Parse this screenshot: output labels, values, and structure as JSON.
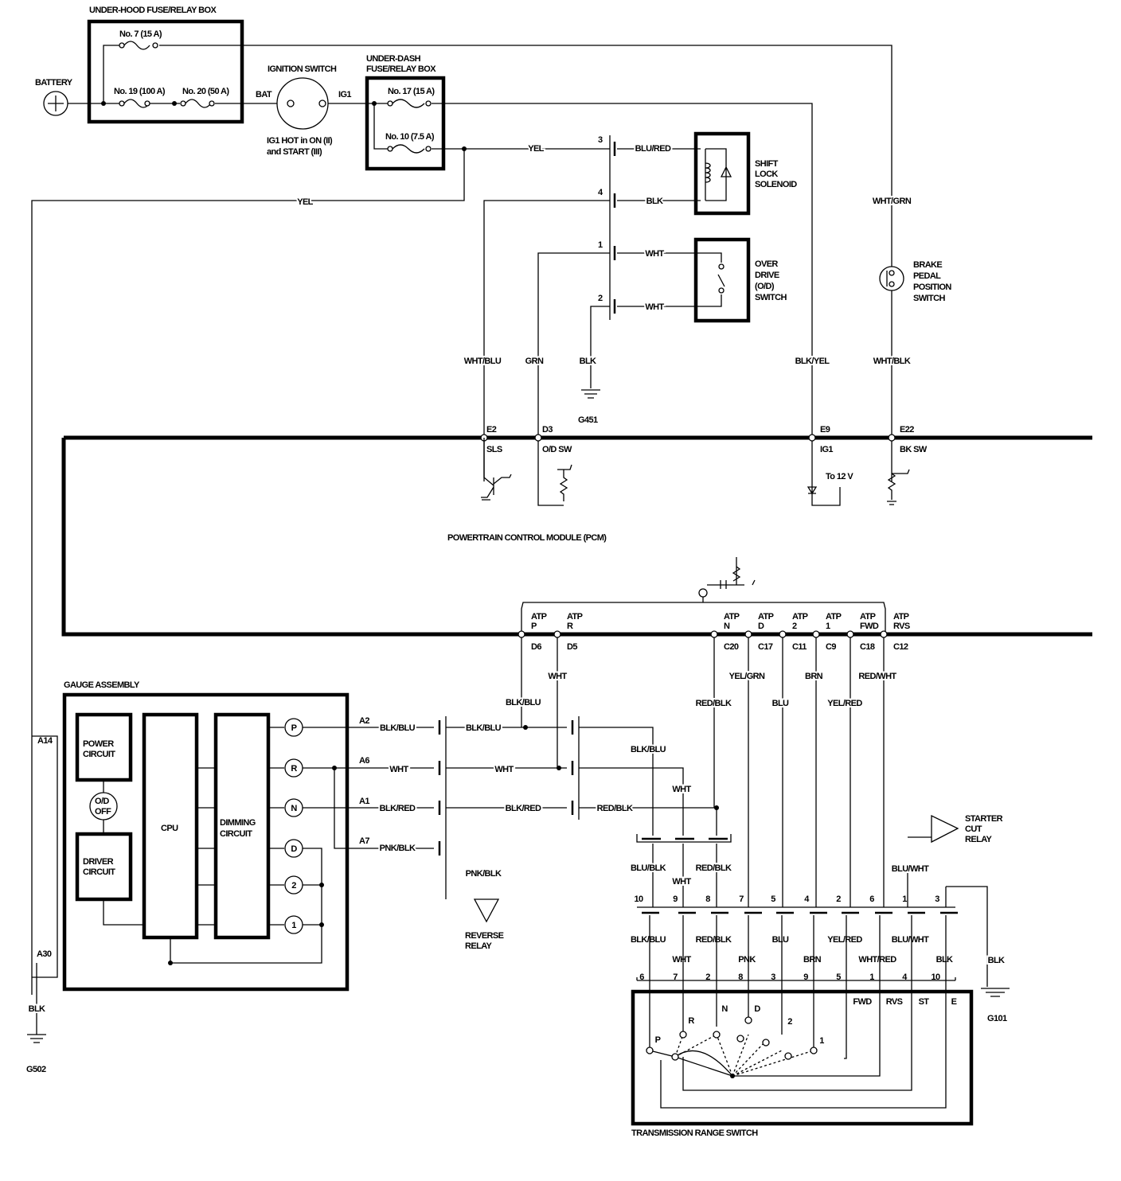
{
  "components": {
    "under_hood_box": "UNDER-HOOD FUSE/RELAY BOX",
    "battery": "BATTERY",
    "ignition_switch": "IGNITION SWITCH",
    "ign_bat": "BAT",
    "ign_ig1": "IG1",
    "ign_note_1": "IG1 HOT in ON (II)",
    "ign_note_2": "and START (III)",
    "under_dash_box_1": "UNDER-DASH",
    "under_dash_box_2": "FUSE/RELAY BOX",
    "shift_lock": [
      "SHIFT",
      "LOCK",
      "SOLENOID"
    ],
    "overdrive": [
      "OVER",
      "DRIVE",
      "(O/D)",
      "SWITCH"
    ],
    "brake": [
      "BRAKE",
      "PEDAL",
      "POSITION",
      "SWITCH"
    ],
    "pcm": "POWERTRAIN CONTROL MODULE (PCM)",
    "to_12v": "To 12 V",
    "gauge_assembly": "GAUGE ASSEMBLY",
    "power_circuit": [
      "POWER",
      "CIRCUIT"
    ],
    "od_off": [
      "O/D",
      "OFF"
    ],
    "driver_circuit": [
      "DRIVER",
      "CIRCUIT"
    ],
    "cpu": "CPU",
    "dimming": [
      "DIMMING",
      "CIRCUIT"
    ],
    "reverse_relay": [
      "REVERSE",
      "RELAY"
    ],
    "starter_cut_relay": [
      "STARTER",
      "CUT",
      "RELAY"
    ],
    "trans_range_switch": "TRANSMISSION RANGE SWITCH"
  },
  "fuses": [
    "No. 7 (15 A)",
    "No. 19 (100 A)",
    "No. 20 (50 A)",
    "No. 17 (15 A)",
    "No. 10 (7.5 A)"
  ],
  "wires": [
    "YEL",
    "YEL",
    "BLU/RED",
    "BLK",
    "WHT",
    "WHT",
    "WHT/GRN",
    "WHT/BLU",
    "GRN",
    "BLK",
    "BLK/YEL",
    "WHT/BLK",
    "WHT",
    "BLK/BLU",
    "YEL/GRN",
    "BRN",
    "RED/WHT",
    "RED/BLK",
    "BLU",
    "YEL/RED",
    "BLK/BLU",
    "BLK/BLU",
    "WHT",
    "WHT",
    "BLK/RED",
    "BLK/RED",
    "RED/BLK",
    "PNK/BLK",
    "PNK/BLK",
    "BLK/BLU",
    "WHT",
    "BLU/BLK",
    "WHT",
    "RED/BLK",
    "BLU/WHT",
    "BLK",
    "BLK",
    "BLK/BLU",
    "WHT",
    "RED/BLK",
    "PNK",
    "BLU",
    "BRN",
    "YEL/RED",
    "WHT/RED",
    "BLU/WHT",
    "BLK"
  ],
  "connector_pins": [
    "3",
    "4",
    "1",
    "2"
  ],
  "pcm_terminals": [
    {
      "pin": "E2",
      "name": "SLS"
    },
    {
      "pin": "D3",
      "name": "O/D SW"
    },
    {
      "pin": "E9",
      "name": "IG1"
    },
    {
      "pin": "E22",
      "name": "BK SW"
    }
  ],
  "atp_terminals": [
    {
      "l1": "ATP",
      "l2": "P",
      "pin": "D6"
    },
    {
      "l1": "ATP",
      "l2": "R",
      "pin": "D5"
    },
    {
      "l1": "ATP",
      "l2": "N",
      "pin": "C20"
    },
    {
      "l1": "ATP",
      "l2": "D",
      "pin": "C17"
    },
    {
      "l1": "ATP",
      "l2": "2",
      "pin": "C11"
    },
    {
      "l1": "ATP",
      "l2": "1",
      "pin": "C9"
    },
    {
      "l1": "ATP",
      "l2": "FWD",
      "pin": "C18"
    },
    {
      "l1": "ATP",
      "l2": "RVS",
      "pin": "C12"
    }
  ],
  "gauge_pins": [
    "A14",
    "A30",
    "A2",
    "A6",
    "A1",
    "A7"
  ],
  "indicators": [
    "P",
    "R",
    "N",
    "D",
    "2",
    "1"
  ],
  "trs_top_pins": [
    "10",
    "9",
    "8",
    "7",
    "5",
    "4",
    "2",
    "6",
    "1",
    "3"
  ],
  "trs_bottom_pins": [
    "6",
    "7",
    "2",
    "8",
    "3",
    "9",
    "5",
    "1",
    "4",
    "10"
  ],
  "trs_positions": [
    "P",
    "R",
    "N",
    "D",
    "2",
    "1",
    "FWD",
    "RVS",
    "ST",
    "E"
  ],
  "grounds": [
    "G451",
    "G101",
    "G502"
  ]
}
